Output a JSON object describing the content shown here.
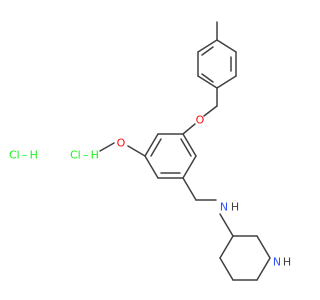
{
  "molecule": {
    "atoms": {
      "oxygen_ether": "O",
      "oxygen_methoxy": "O",
      "amine_n": "N",
      "amine_h": "H",
      "piperidine_n": "N",
      "piperidine_h": "H"
    },
    "salts": [
      {
        "label": "Cl – H"
      },
      {
        "label": "Cl – H"
      }
    ]
  },
  "colors": {
    "bond": "#404040",
    "oxygen": "#ff0d0d",
    "nitrogen": "#3050f8",
    "chlorine": "#1ff01f",
    "hydrogen": "#404040"
  }
}
